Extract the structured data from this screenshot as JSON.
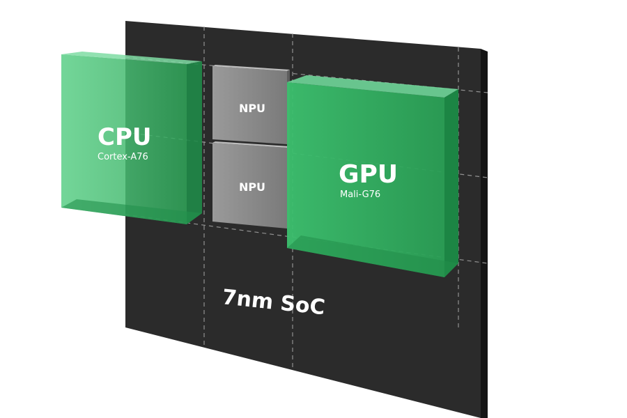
{
  "soc": {
    "label": "7nm SoC"
  },
  "cpu": {
    "title": "CPU",
    "subtitle": "Cortex-A76"
  },
  "gpu": {
    "title": "GPU",
    "subtitle": "Mali-G76"
  },
  "npu_blocks": [
    {
      "label": "NPU"
    },
    {
      "label": "NPU"
    }
  ],
  "colors": {
    "board": "#2a2a2a",
    "board_side": "#181818",
    "chip_green": "#2fb865",
    "chip_green_light": "#5fd08a",
    "npu_gray": "#8c8c8c",
    "grid_line": "#9a9a9a"
  }
}
